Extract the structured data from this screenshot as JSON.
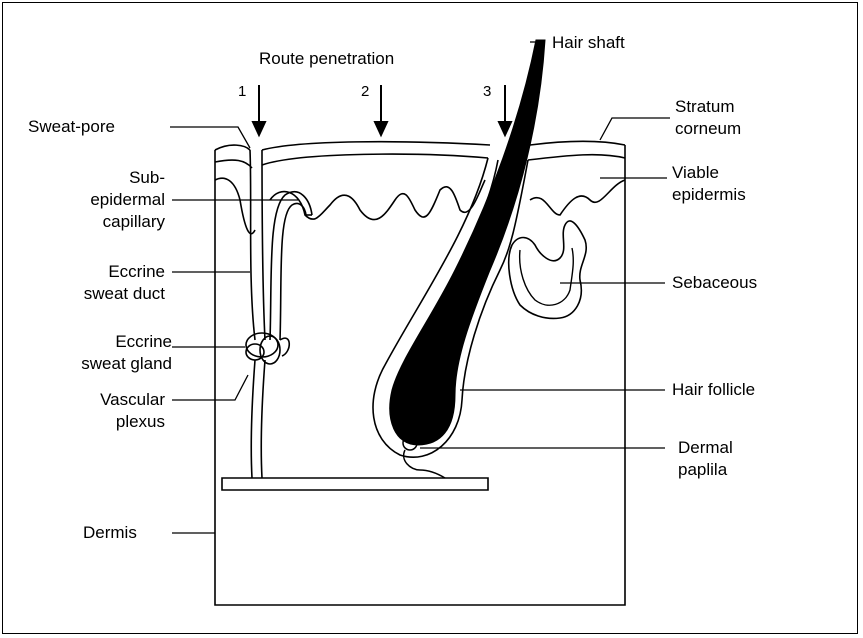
{
  "title": "Route penetration",
  "routes": [
    "1",
    "2",
    "3"
  ],
  "labels": {
    "hair_shaft": "Hair shaft",
    "sweat_pore": "Sweat-pore",
    "stratum_corneum": [
      "Stratum",
      "corneum"
    ],
    "sub_epidermal_capillary": [
      "Sub-",
      "epidermal",
      "capillary"
    ],
    "viable_epidermis": [
      "Viable",
      "epidermis"
    ],
    "eccrine_sweat_duct": [
      "Eccrine",
      "sweat duct"
    ],
    "sebaceous": "Sebaceous",
    "eccrine_sweat_gland": [
      "Eccrine",
      "sweat gland"
    ],
    "hair_follicle": "Hair follicle",
    "vascular_plexus": [
      "Vascular",
      "plexus"
    ],
    "dermal_papilla": [
      "Dermal",
      "paplila"
    ],
    "dermis": "Dermis"
  }
}
